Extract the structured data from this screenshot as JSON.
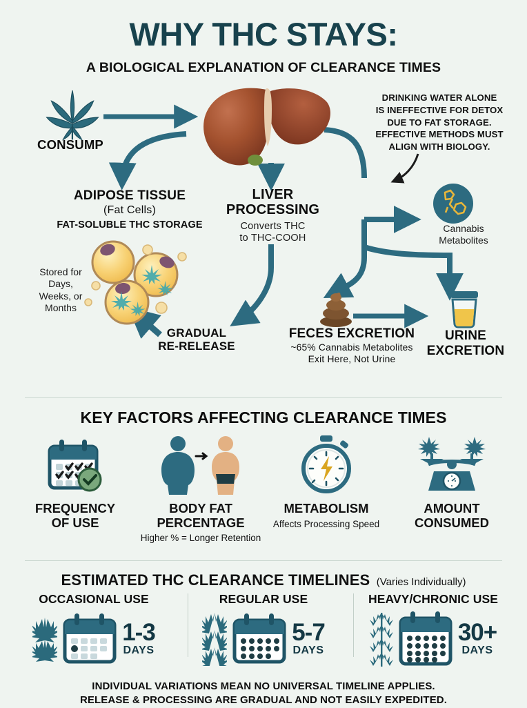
{
  "header": {
    "title": "WHY THC STAYS:",
    "subtitle": "A BIOLOGICAL EXPLANATION OF CLEARANCE TIMES"
  },
  "colors": {
    "background": "#eff4f0",
    "teal_accent": "#2d6b80",
    "title_ink": "#18424d",
    "gold": "#d9a520",
    "liver": "#9d4a32",
    "fat_yellow": "#f5cf6a",
    "body_tan": "#e3b183"
  },
  "diagram": {
    "consumption": {
      "label": "CONSUMP",
      "icon": "cannabis-leaf-icon"
    },
    "liver": {
      "title": "LIVER\nPROCESSING",
      "title_line1": "LIVER",
      "title_line2": "PROCESSING",
      "sub_line1": "Converts THC",
      "sub_line2": "to THC-COOH",
      "icon": "liver-organ-illustration"
    },
    "adipose": {
      "title": "ADIPOSE TISSUE",
      "sub": "(Fat Cells)",
      "caption": "FAT-SOLUBLE THC STORAGE",
      "icon": "fat-cells-illustration"
    },
    "stored": {
      "line1": "Stored for",
      "line2": "Days,",
      "line3": "Weeks, or",
      "line4": "Months"
    },
    "gradual": {
      "line1": "GRADUAL",
      "line2": "RE-RELEASE"
    },
    "note": {
      "line1": "DRINKING WATER ALONE",
      "line2": "IS INEFFECTIVE FOR DETOX",
      "line3": "DUE TO FAT STORAGE.",
      "line4": "EFFECTIVE METHODS MUST",
      "line5": "ALIGN WITH BIOLOGY."
    },
    "metabolites": {
      "line1": "Cannabis",
      "line2": "Metabolites",
      "icon": "molecule-icon"
    },
    "feces": {
      "title": "FECES EXCRETION",
      "sub_line1": "~65% Cannabis Metabolites",
      "sub_line2": "Exit Here, Not Urine",
      "icon": "feces-icon"
    },
    "urine": {
      "title_line1": "URINE",
      "title_line2": "EXCRETION",
      "icon": "urine-sample-cup-icon"
    }
  },
  "factors": {
    "title": "KEY FACTORS AFFECTING CLEARANCE TIMES",
    "items": [
      {
        "name_line1": "FREQUENCY",
        "name_line2": "OF USE",
        "sub": "",
        "icon": "calendar-check-icon"
      },
      {
        "name_line1": "BODY FAT",
        "name_line2": "PERCENTAGE",
        "sub": "Higher % = Longer Retention",
        "icon": "body-fat-comparison-icon"
      },
      {
        "name_line1": "METABOLISM",
        "name_line2": "",
        "sub": "Affects Processing Speed",
        "icon": "stopwatch-bolt-icon"
      },
      {
        "name_line1": "AMOUNT",
        "name_line2": "CONSUMED",
        "sub": "",
        "icon": "balance-scale-icon"
      }
    ]
  },
  "timelines": {
    "title": "ESTIMATED THC CLEARANCE TIMELINES",
    "note": "(Varies Individually)",
    "items": [
      {
        "heading": "OCCASIONAL USE",
        "value": "1-3",
        "unit": "DAYS",
        "icon": "calendar-icon"
      },
      {
        "heading": "REGULAR USE",
        "value": "5-7",
        "unit": "DAYS",
        "icon": "calendar-icon"
      },
      {
        "heading": "HEAVY/CHRONIC USE",
        "value": "30+",
        "unit": "DAYS",
        "icon": "calendar-icon"
      }
    ]
  },
  "footer": {
    "line1": "INDIVIDUAL VARIATIONS MEAN NO UNIVERSAL TIMELINE APPLIES.",
    "line2": "RELEASE & PROCESSING ARE GRADUAL AND NOT EASILY EXPEDITED."
  }
}
